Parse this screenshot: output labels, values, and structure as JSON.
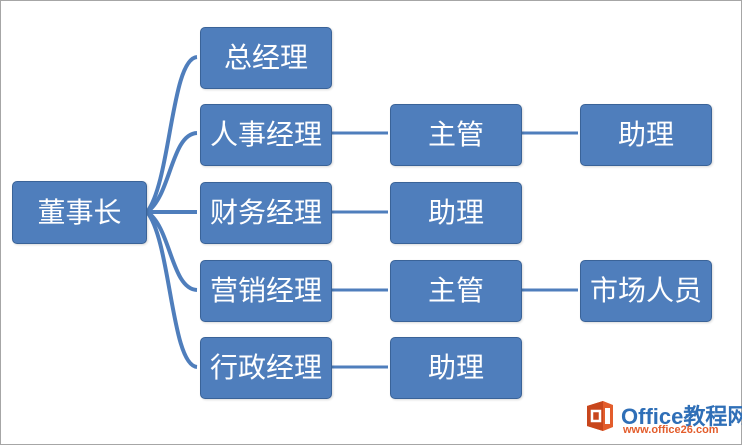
{
  "nodes": {
    "root": "董事长",
    "gm": "总经理",
    "hr_manager": "人事经理",
    "hr_supervisor": "主管",
    "hr_assistant": "助理",
    "finance_manager": "财务经理",
    "finance_assistant": "助理",
    "marketing_manager": "营销经理",
    "marketing_supervisor": "主管",
    "marketing_staff": "市场人员",
    "admin_manager": "行政经理",
    "admin_assistant": "助理"
  },
  "colors": {
    "node_fill": "#4f7ebc",
    "node_border": "#3a6398",
    "connector": "#4f7ebc",
    "node_text": "#ffffff"
  },
  "watermark": {
    "title": "Office教程网",
    "url": "www.office26.com",
    "logo_icon": "office-logo-icon"
  }
}
